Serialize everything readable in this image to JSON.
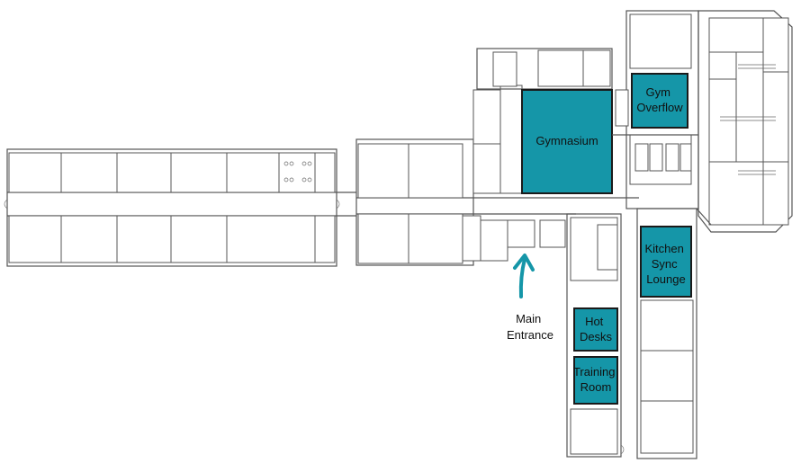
{
  "colors": {
    "highlight": "#1596a8",
    "arrow": "#1596a8",
    "wall": "#555555"
  },
  "rooms": {
    "gymnasium": [
      "Gymnasium"
    ],
    "gym_overflow": [
      "Gym",
      "Overflow"
    ],
    "kitchen_sync_lounge": [
      "Kitchen",
      "Sync",
      "Lounge"
    ],
    "hot_desks": [
      "Hot",
      "Desks"
    ],
    "training_room": [
      "Training",
      "Room"
    ]
  },
  "entrance": {
    "label_lines": [
      "Main",
      "Entrance"
    ],
    "icon": "arrow-up-icon"
  }
}
